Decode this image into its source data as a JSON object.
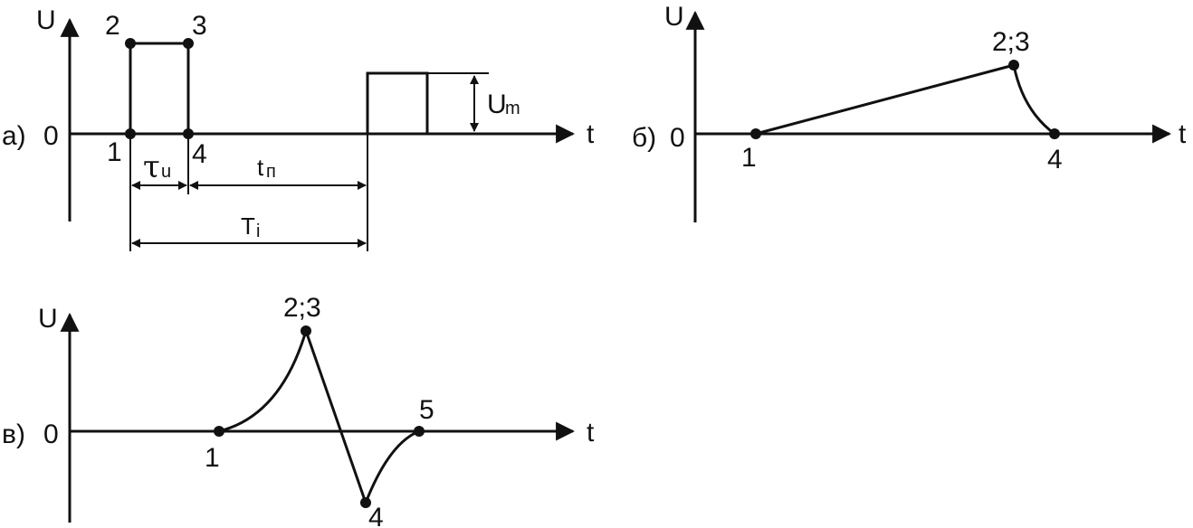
{
  "diagram_a": {
    "panel_label": "а)",
    "y_axis_label": "U",
    "x_axis_label": "t",
    "origin_label": "0",
    "points": [
      "1",
      "2",
      "3",
      "4"
    ],
    "amplitude_label": "U",
    "amplitude_sub": "m",
    "tau_label": "τ",
    "tau_sub": "u",
    "tp_label": "t",
    "tp_sub": "п",
    "Ti_label": "T",
    "Ti_sub": "i"
  },
  "diagram_b": {
    "panel_label": "б)",
    "y_axis_label": "U",
    "x_axis_label": "t",
    "origin_label": "0",
    "points": [
      "1",
      "2;3",
      "4"
    ]
  },
  "diagram_c": {
    "panel_label": "в)",
    "y_axis_label": "U",
    "x_axis_label": "t",
    "origin_label": "0",
    "points": [
      "1",
      "2;3",
      "4",
      "5"
    ]
  }
}
